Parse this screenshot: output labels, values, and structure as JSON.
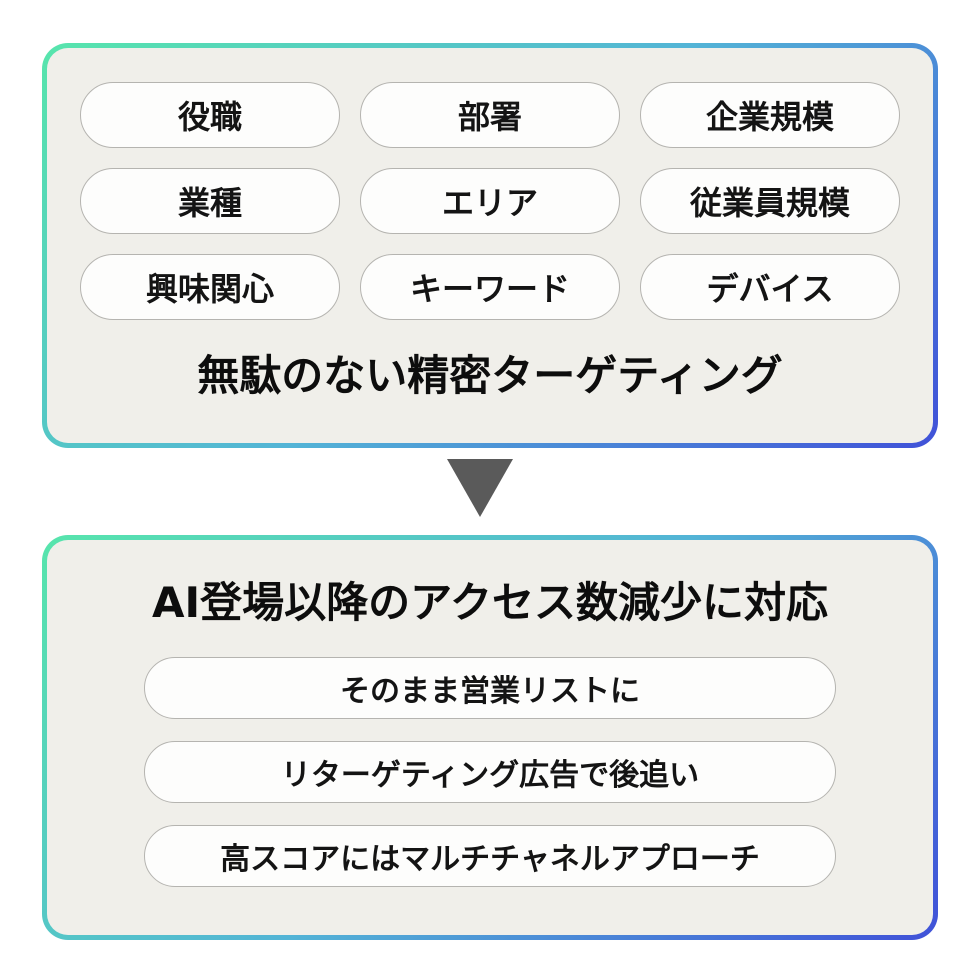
{
  "top_panel": {
    "pills": [
      "役職",
      "部署",
      "企業規模",
      "業種",
      "エリア",
      "従業員規模",
      "興味関心",
      "キーワード",
      "デバイス"
    ],
    "caption": "無駄のない精密ターゲティング"
  },
  "bottom_panel": {
    "title": "AI登場以降のアクセス数減少に対応",
    "pills": [
      "そのまま営業リストに",
      "リターゲティング広告で後追い",
      "高スコアにはマルチチャネルアプローチ"
    ]
  },
  "colors": {
    "gradient_start": "#57e5ac",
    "gradient_mid": "#53b4d6",
    "gradient_end": "#4051d8",
    "panel_background": "#f0efea",
    "pill_background": "#fdfdfc",
    "pill_border": "#b5b4b0",
    "arrow": "#5a5a5a",
    "text": "#0d0d0d"
  }
}
